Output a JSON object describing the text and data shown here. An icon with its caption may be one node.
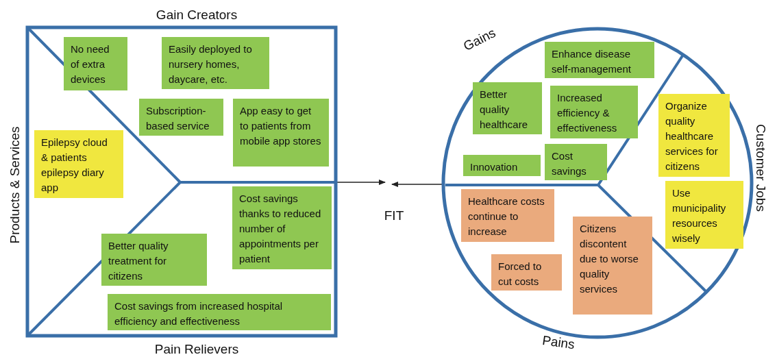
{
  "diagram": {
    "nodes": [
      {
        "text": [
          "Gain Creators",
          "Products & Services",
          "Pain Relievers"
        ]
      },
      {
        "text": [
          "No need of extra devices"
        ],
        "in": 0
      },
      {
        "text": [
          "Easily deployed to nursery homes, daycare, etc."
        ],
        "in": 0
      },
      {
        "text": [
          "Subscription-based service"
        ],
        "in": 0
      },
      {
        "text": [
          "App easy to get to patients from mobile app stores"
        ],
        "in": 0
      },
      {
        "text": [
          "Epilepsy cloud & patients epilepsy diary app"
        ],
        "in": 0
      },
      {
        "text": [
          "Cost savings thanks to reduced number of appointments per patient"
        ],
        "in": 0
      },
      {
        "text": [
          "Better quality treatment for citizens"
        ],
        "in": 0
      },
      {
        "text": [
          "Cost savings from increased hospital efficiency and effectiveness"
        ],
        "in": 0
      },
      {
        "text": [
          "Gains",
          "Customer Jobs",
          "Pains"
        ]
      },
      {
        "text": [
          "Enhance disease self-management"
        ],
        "in": 9
      },
      {
        "text": [
          "Better quality healthcare"
        ],
        "in": 9
      },
      {
        "text": [
          "Increased efficiency & effectiveness"
        ],
        "in": 9
      },
      {
        "text": [
          "Innovation"
        ],
        "in": 9
      },
      {
        "text": [
          "Cost savings"
        ],
        "in": 9
      },
      {
        "text": [
          "Organize quality healthcare services for citizens"
        ],
        "in": 9
      },
      {
        "text": [
          "Use municipality resources wisely"
        ],
        "in": 9
      },
      {
        "text": [
          "Healthcare costs continue to increase"
        ],
        "in": 9
      },
      {
        "text": [
          "Forced to cut costs"
        ],
        "in": 9
      },
      {
        "text": [
          "Citizens discontent due to worse quality services"
        ],
        "in": 9
      }
    ],
    "edges": [
      {
        "from": 0,
        "to": null,
        "arrow": "to"
      },
      {
        "from": 9,
        "to": null,
        "arrow": "to"
      }
    ],
    "labels": [
      "FIT"
    ]
  }
}
